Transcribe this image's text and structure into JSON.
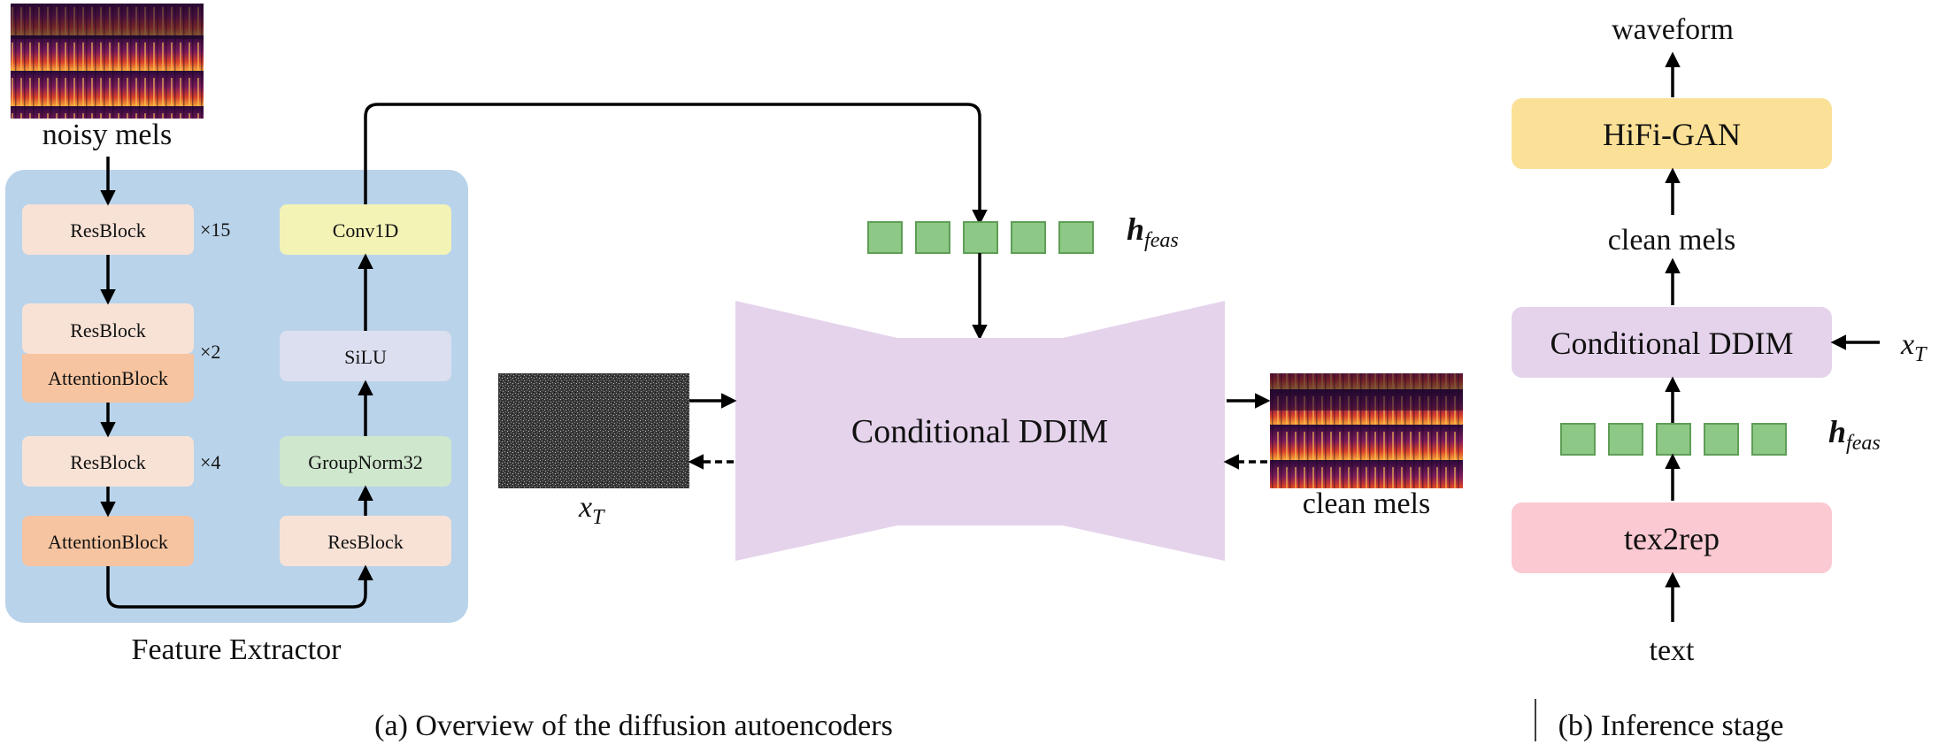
{
  "colors": {
    "panel_bg": "#b9d3ea",
    "resblock": "#f8e2d6",
    "attention": "#f6c4a0",
    "conv1d": "#f3f3b6",
    "silu": "#dcdff0",
    "groupnorm": "#cfe7cd",
    "ddim_bg": "#e5d3ec",
    "hifigan": "#fbe197",
    "tex2rep": "#fbc9d1",
    "feature_square": "#8ec886",
    "feature_square_border": "#5e9e56",
    "noise": "#3b3b3b"
  },
  "panel_a": {
    "input_label": "noisy mels",
    "panel_label": "Feature Extractor",
    "blocks": {
      "resblock_1": "ResBlock",
      "resblock_1_mult": "×15",
      "resblock_2": "ResBlock",
      "attention_2": "AttentionBlock",
      "group_2_mult": "×2",
      "resblock_3": "ResBlock",
      "resblock_3_mult": "×4",
      "attention_4": "AttentionBlock",
      "resblock_up": "ResBlock",
      "groupnorm": "GroupNorm32",
      "silu": "SiLU",
      "conv1d": "Conv1D"
    },
    "feature_label": "h",
    "feature_sub": "feas",
    "ddim_label": "Conditional DDIM",
    "noise_label": "x",
    "noise_sub": "T",
    "output_label": "clean mels",
    "caption": "(a)  Overview of the diffusion autoencoders"
  },
  "panel_b": {
    "output_label": "waveform",
    "hifigan": "HiFi-GAN",
    "mels_label": "clean mels",
    "ddim_label": "Conditional DDIM",
    "noise_label": "x",
    "noise_sub": "T",
    "feature_label": "h",
    "feature_sub": "feas",
    "tex2rep": "tex2rep",
    "input_label": "text",
    "caption": "(b)  Inference stage"
  }
}
